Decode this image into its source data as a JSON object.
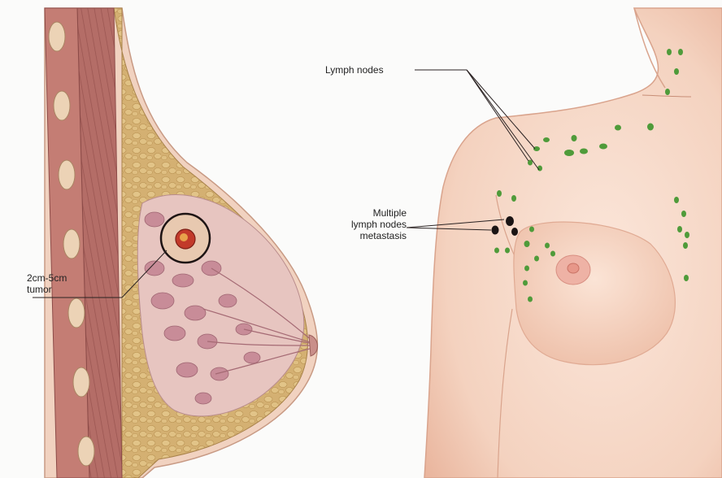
{
  "labels": {
    "lymph_nodes": "Lymph nodes",
    "metastasis": "Multiple\nlymph nodes\nmetastasis",
    "tumor": "2cm-5cm\ntumor"
  },
  "colors": {
    "skin": "#f7dccc",
    "skin_shadow": "#eab79f",
    "fat": "#d8b77a",
    "gland": "#c98f9b",
    "muscle": "#b86e6a",
    "rib": "#e8c7a8",
    "lymph_node": "#4f9b3a",
    "metastatic_node": "#1a1414",
    "tumor": "#c23a2a"
  }
}
